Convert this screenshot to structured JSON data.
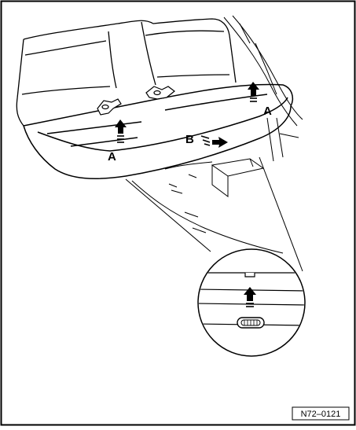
{
  "figure": {
    "labels": {
      "a_left": "A",
      "a_right": "A",
      "b": "B"
    },
    "reference_code": "N72–0121"
  }
}
